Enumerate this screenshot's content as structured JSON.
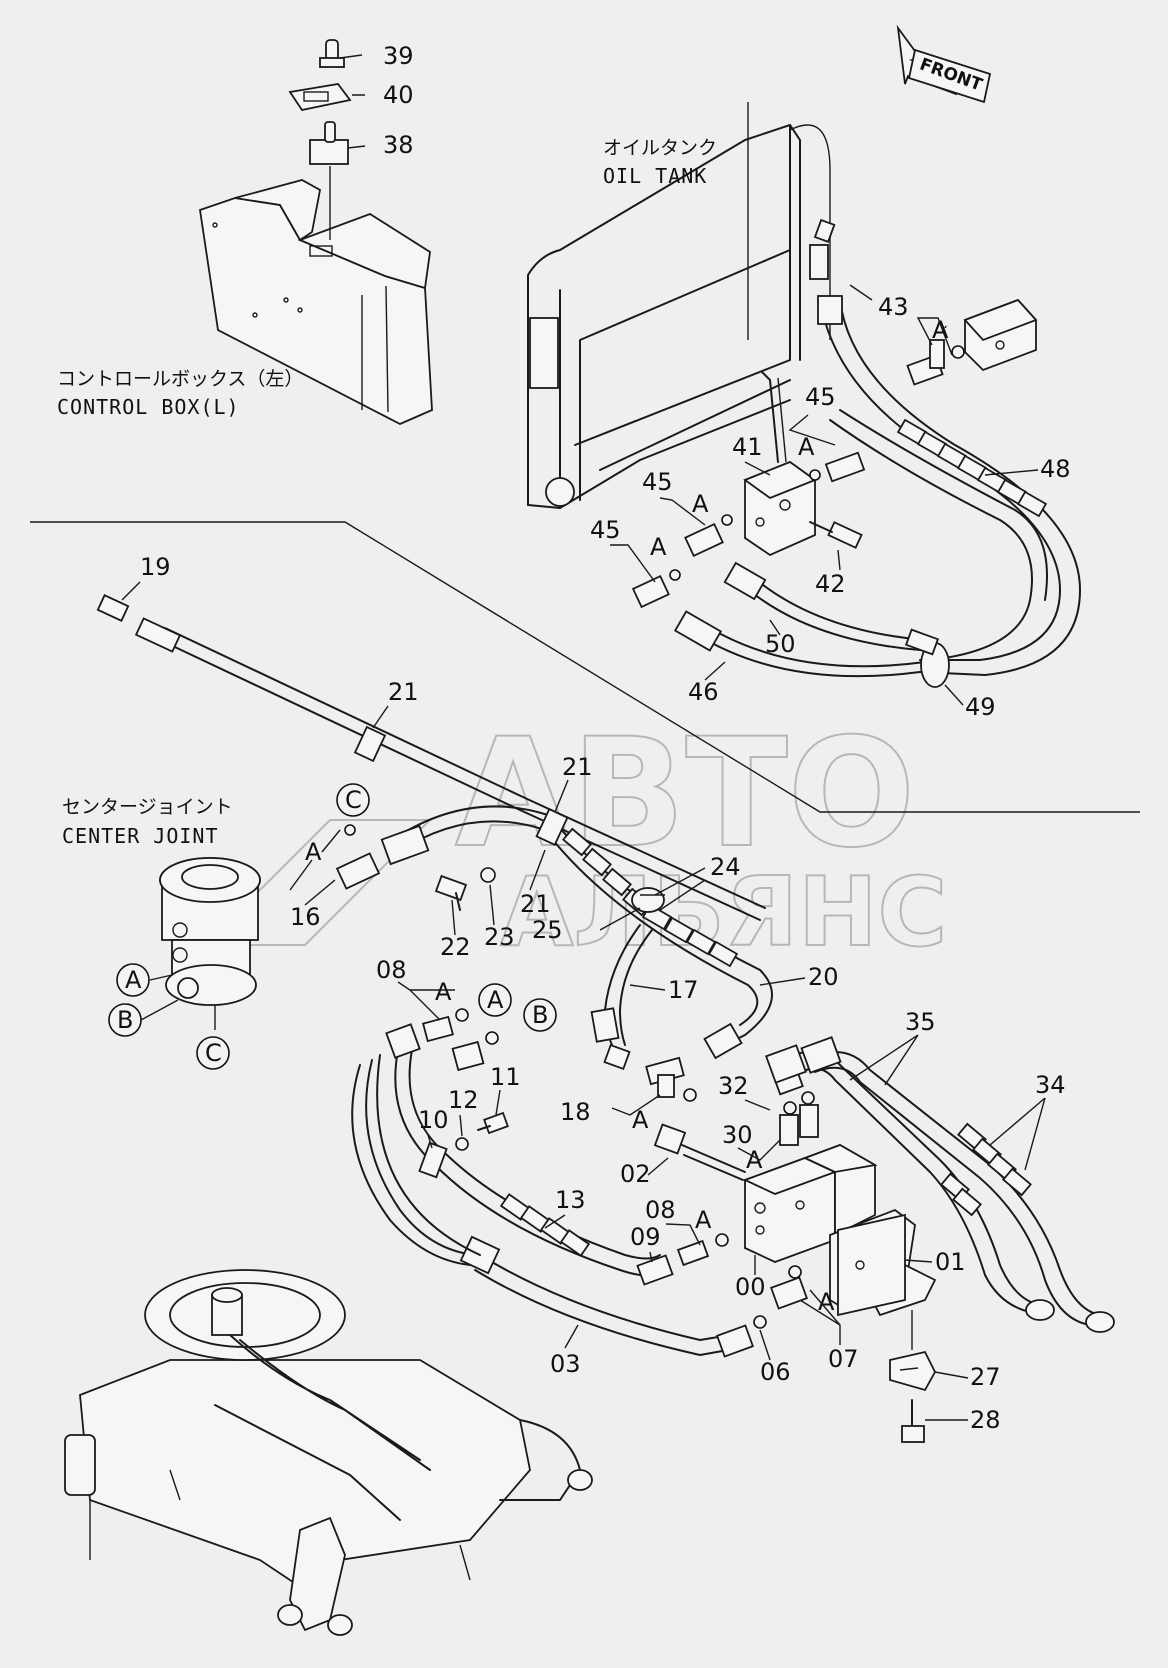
{
  "orientation": {
    "label": "FRONT"
  },
  "assemblies": {
    "oil_tank": {
      "jp": "オイルタンク",
      "en": "OIL TANK"
    },
    "control_box": {
      "jp": "コントロールボックス（左）",
      "en": "CONTROL BOX(L)"
    },
    "center_joint": {
      "jp": "センタージョイント",
      "en": "CENTER JOINT"
    }
  },
  "watermark": {
    "line1": "ABTO",
    "line2": "АЛЬЯНС"
  },
  "port_markers": {
    "a": "A",
    "b": "B",
    "c": "C"
  },
  "callouts": {
    "p39": "39",
    "p40": "40",
    "p38": "38",
    "p43": "43",
    "p45a": "45",
    "p41": "41",
    "p48": "48",
    "p45b": "45",
    "p45c": "45",
    "p42": "42",
    "p50": "50",
    "p46": "46",
    "p49": "49",
    "p19": "19",
    "p21a": "21",
    "p21b": "21",
    "p21c": "21",
    "p16": "16",
    "p22": "22",
    "p23": "23",
    "p25": "25",
    "p24": "24",
    "p17": "17",
    "p20": "20",
    "p08a": "08",
    "p35": "35",
    "p34": "34",
    "p11": "11",
    "p12": "12",
    "p10": "10",
    "p18": "18",
    "p32": "32",
    "p30": "30",
    "p02": "02",
    "p13": "13",
    "p08b": "08",
    "p09": "09",
    "p00": "00",
    "p01": "01",
    "p03": "03",
    "p06": "06",
    "p07": "07",
    "p27": "27",
    "p28": "28"
  }
}
